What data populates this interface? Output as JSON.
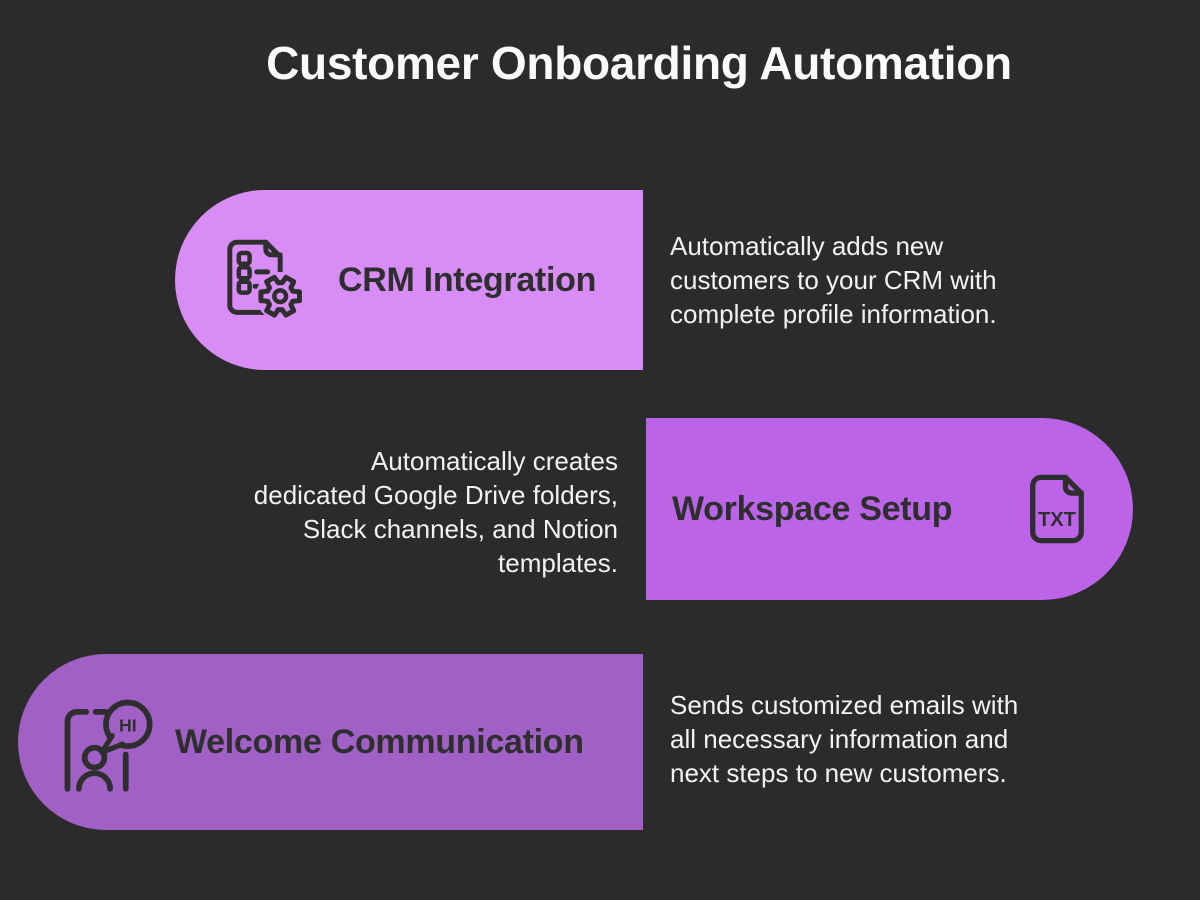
{
  "title": "Customer Onboarding Automation",
  "theme": {
    "background": "#2b2b2b",
    "title_color": "#fafafa",
    "description_color": "#f2f2f2",
    "card_text_color": "#2e2e2e"
  },
  "cards": [
    {
      "title": "CRM Integration",
      "icon": "document-gear-icon",
      "color": "#d78df5",
      "description": "Automatically adds new customers to your CRM with complete profile information.",
      "description_lines": [
        "Automatically adds new",
        "customers to your CRM with",
        "complete profile information."
      ]
    },
    {
      "title": "Workspace Setup",
      "icon": "txt-file-icon",
      "icon_label": "TXT",
      "color": "#bb64e8",
      "description": "Automatically creates dedicated Google Drive folders, Slack channels, and Notion templates.",
      "description_lines": [
        "Automatically creates",
        "dedicated Google Drive folders,",
        "Slack channels, and Notion",
        "templates."
      ]
    },
    {
      "title": "Welcome Communication",
      "icon": "person-greeting-icon",
      "icon_bubble_text": "HI",
      "color": "#a160c5",
      "description": "Sends customized emails with all necessary information and next steps to new customers.",
      "description_lines": [
        "Sends customized emails with",
        "all necessary information and",
        "next steps to new customers."
      ]
    }
  ]
}
